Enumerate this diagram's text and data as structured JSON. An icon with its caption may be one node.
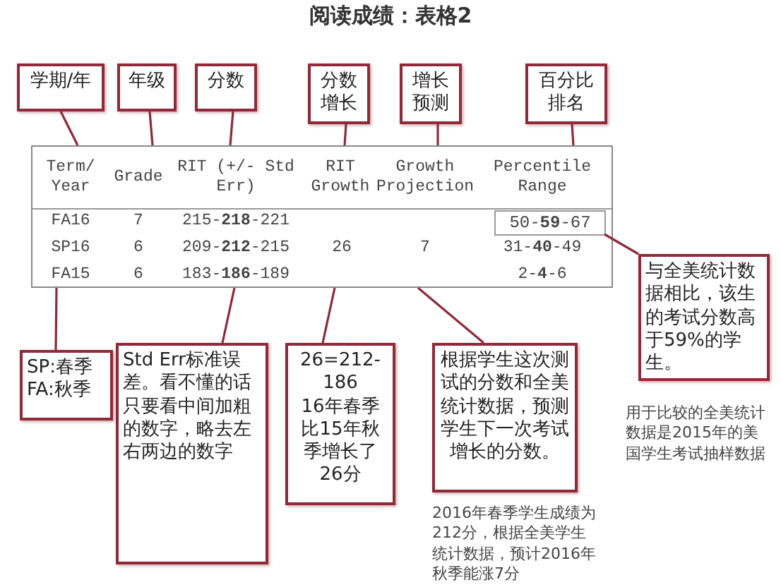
{
  "diagram": {
    "title": "阅读成绩：表格2",
    "nodes": [
      {
        "text": [
          "学期/年"
        ]
      },
      {
        "text": [
          "年级"
        ]
      },
      {
        "text": [
          "分数"
        ]
      },
      {
        "text": [
          "分数增长"
        ]
      },
      {
        "text": [
          "增长预测"
        ]
      },
      {
        "text": [
          "百分比排名"
        ]
      },
      {
        "text": [],
        "shape": "box"
      },
      {
        "text": [
          "50-**59**-67"
        ],
        "in": 6
      },
      {
        "text": [
          "与全美统计数据相比，该生的考试分数高于59%的学生。"
        ]
      },
      {
        "text": [
          "SP:春季",
          "FA:秋季"
        ]
      },
      {
        "text": [
          "Std Err标准误差。看不懂的话只要看中间加粗的数字，略去左右两边的数字"
        ]
      },
      {
        "text": [
          "26=212-186",
          "16年春季比15年秋季增长了26分"
        ]
      },
      {
        "text": [
          "根据学生这次测试的分数和全美统计数据，预测学生下一次考试增长的分数。"
        ]
      }
    ],
    "edges": [
      {
        "from": 0,
        "to": 6,
        "arrow": "none"
      },
      {
        "from": 1,
        "to": 6,
        "arrow": "none"
      },
      {
        "from": 2,
        "to": 6,
        "arrow": "none"
      },
      {
        "from": 3,
        "to": 6,
        "arrow": "none"
      },
      {
        "from": 4,
        "to": 6,
        "arrow": "none"
      },
      {
        "from": 5,
        "to": 6,
        "arrow": "none"
      },
      {
        "from": 8,
        "to": 7,
        "arrow": "none"
      },
      {
        "from": 9,
        "to": 6,
        "arrow": "none"
      },
      {
        "from": 10,
        "to": 6,
        "arrow": "none"
      },
      {
        "from": 11,
        "to": 6,
        "arrow": "none"
      },
      {
        "from": 12,
        "to": 6,
        "arrow": "none"
      }
    ],
    "labels": [
      "Term/ Year",
      "Grade",
      "RIT (+/- Std Err)",
      "RIT Growth",
      "Growth Projection",
      "Percentile Range",
      "FA16",
      "7",
      "215-**218**-221",
      "SP16",
      "6",
      "209-**212**-215",
      "26",
      "7",
      "31-**40**-49",
      "FA15",
      "6",
      "183-**186**-189",
      "2-**4**-6",
      "用于比较的全美统计数据是2015年的美国学生考试抽样数据",
      "2016年春季学生成绩为212分，根据全美学生统计数据，预计2016年秋季能涨7分"
    ]
  }
}
